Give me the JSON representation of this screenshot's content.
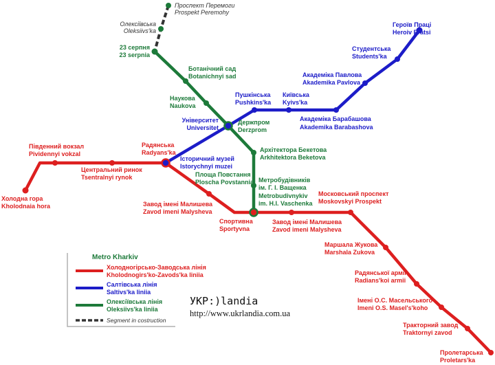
{
  "colors": {
    "red_line": "#dd1f1f",
    "blue_line": "#1c1cc8",
    "green_line": "#1d7a3a",
    "construction": "#333333"
  },
  "legend": {
    "title": "Metro Kharkiv",
    "red": {
      "uk": "Холодногірсько-Заводська лінія",
      "en": "Kholodnogirs'ko-Zavods'ka liniia"
    },
    "blue": {
      "uk": "Салтівська лінія",
      "en": "Saltivs'ka liniia"
    },
    "green": {
      "uk": "Олексіївська лінія",
      "en": "Oleksiivs'ka liniia"
    },
    "construction": "Segment in costruction"
  },
  "brand": {
    "name": "УКР:)landia",
    "url": "http://www.ukrlandia.com.ua"
  },
  "stations": {
    "prospekt_peremohy": {
      "uk": "Проспект Перемоги",
      "en": "Prospekt Peremohy"
    },
    "oleksiivska": {
      "uk": "Олексіївська",
      "en": "Oleksiivs'ka"
    },
    "serpnia_23": {
      "uk": "23 серпня",
      "en": "23 serpnia"
    },
    "botanichnyi_sad": {
      "uk": "Ботанічний сад",
      "en": "Botanichnyi sad"
    },
    "naukova": {
      "uk": "Наукова",
      "en": "Naukova"
    },
    "derzhprom": {
      "uk": "Держпром",
      "en": "Derzprom"
    },
    "universytet": {
      "uk": "Університет",
      "en": "Universitet"
    },
    "arkhitektora_beketova": {
      "uk": "Архітектора Бекетова",
      "en": "Arkhitektora Beketova"
    },
    "istorychnyi_muzei": {
      "uk": "Історичний музей",
      "en": "Istorychnyi muzei"
    },
    "ploshcha_povstannia": {
      "uk": "Площа Повстання",
      "en": "Ploscha Povstannia"
    },
    "metrobudivnykiv": {
      "uk": "Метробудівників",
      "uk2": "ім. Г. І. Ващенка",
      "en": "Metrobudivnykiv",
      "en2": "im. H.I. Vaschenka"
    },
    "heroiv_pratsi": {
      "uk": "Героїв Праці",
      "en": "Heroiv Pratsi"
    },
    "studentska": {
      "uk": "Студентська",
      "en": "Students'ka"
    },
    "akademika_pavlova": {
      "uk": "Академіка Павлова",
      "en": "Akademika Pavlova"
    },
    "akademika_barabashova": {
      "uk": "Академіка Барабашова",
      "en": "Akademika Barabashova"
    },
    "kyivska": {
      "uk": "Київська",
      "en": "Kyivs'ka"
    },
    "pushkinska": {
      "uk": "Пушкінська",
      "en": "Pushkins'ka"
    },
    "radianska": {
      "uk": "Радянська",
      "en": "Radyans'ka"
    },
    "pivdennyi_vokzal": {
      "uk": "Південний вокзал",
      "en": "Pividennyi vokzal"
    },
    "tsentralnyi_rynok": {
      "uk": "Центральний ринок",
      "en": "Tsentralnyi rynok"
    },
    "kholodna_hora": {
      "uk": "Холодна гора",
      "en": "Kholodnaia hora"
    },
    "zavod_malysheva": {
      "uk": "Завод імені Малишева",
      "en": "Zavod imeni Malysheva"
    },
    "sportyvna": {
      "uk": "Спортивна",
      "en": "Sportyvna"
    },
    "zavod_malysheva_2": {
      "uk": "Завод імені Малишева",
      "en": "Zavod imeni Malysheva"
    },
    "moskovskyi_prospekt": {
      "uk": "Московський проспект",
      "en": "Moskovskyi Prospekt"
    },
    "marshala_zhukova": {
      "uk": "Маршала Жукова",
      "en": "Marshala Zukova"
    },
    "radianskoi_armii": {
      "uk": "Радянської армії",
      "en": "Radians'koi armii"
    },
    "imeni_maselskoho": {
      "uk": "Імені О.С. Масельського",
      "en": "Imeni O.S. Masel's'koho"
    },
    "traktornyi_zavod": {
      "uk": "Тракторний завод",
      "en": "Traktornyi zavod"
    },
    "proletarska": {
      "uk": "Пролетарська",
      "en": "Proletars'ka"
    }
  }
}
